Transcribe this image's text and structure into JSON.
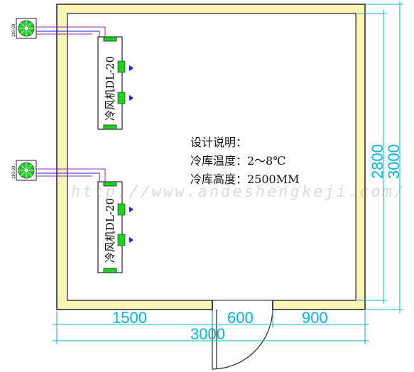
{
  "notes": {
    "heading": "设计说明：",
    "temperature": "冷库温度：2～8℃",
    "height": "冷库高度：2500MM"
  },
  "coolers": [
    {
      "label": "冷风机DL-20"
    },
    {
      "label": "冷风机DL-20"
    }
  ],
  "condensing_units": [
    {
      "label": "110-03"
    },
    {
      "label": "110-03"
    }
  ],
  "dimensions": {
    "bottom_left": "1500",
    "bottom_door": "600",
    "bottom_right": "900",
    "bottom_total": "3000",
    "right_inner": "2800",
    "right_total": "3000"
  },
  "watermark": "http://www.andeshengkeji.com/",
  "colors": {
    "insulation": "#fdf5b8",
    "insulation_stroke": "#222222",
    "dimension": "#00b4e6",
    "cooler_green": "#1fd11f",
    "pipe_blue": "#1a1aff",
    "pipe_purple": "#a020c0",
    "fan_green": "#1fd11f"
  }
}
